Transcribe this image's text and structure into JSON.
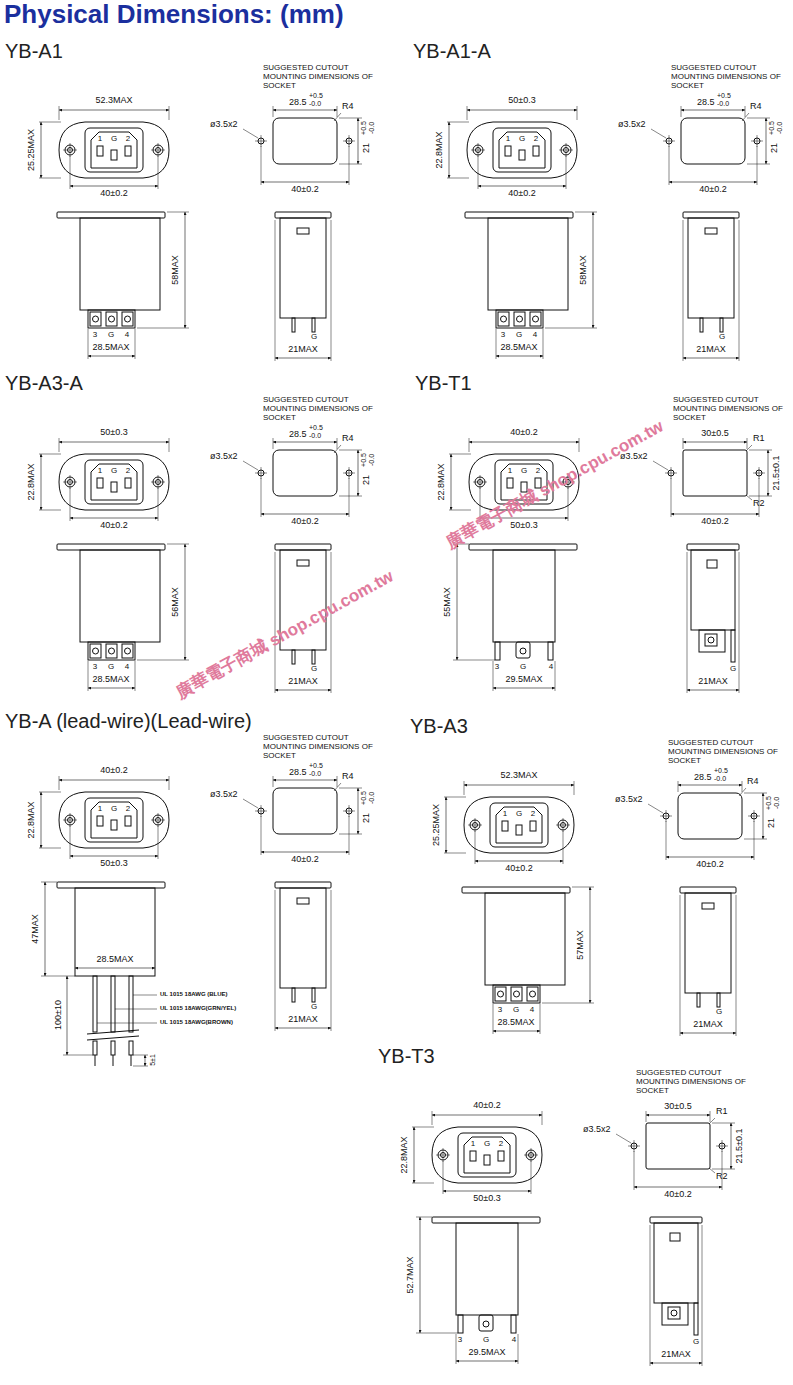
{
  "diagram": {
    "title": "Physical Dimensions: (mm)",
    "labels": [
      "YB-A1",
      "52.3MAX",
      "25.25MAX",
      "1",
      "G",
      "2",
      "40±0.2",
      "SUGGESTED CUTOUT MOUNTING DIMENSIONS OF SOCKET",
      "+0.5",
      "28.5",
      "-0.0",
      "R4",
      "ø3.5x2",
      "21",
      "+0.5",
      "-0.0",
      "40±0.2",
      "58MAX",
      "3",
      "G",
      "4",
      "28.5MAX",
      "G",
      "21MAX",
      "YB-A1-A",
      "50±0.3",
      "22.8MAX",
      "1",
      "G",
      "2",
      "40±0.2",
      "SUGGESTED CUTOUT MOUNTING DIMENSIONS OF SOCKET",
      "+0.5",
      "28.5",
      "-0.0",
      "R4",
      "ø3.5x2",
      "21",
      "+0.5",
      "-0.0",
      "40±0.2",
      "58MAX",
      "3",
      "G",
      "4",
      "28.5MAX",
      "G",
      "21MAX",
      "YB-A3-A",
      "50±0.3",
      "22.8MAX",
      "1",
      "G",
      "2",
      "40±0.2",
      "SUGGESTED CUTOUT MOUNTING DIMENSIONS OF SOCKET",
      "+0.5",
      "28.5",
      "-0.0",
      "R4",
      "ø3.5x2",
      "21",
      "+0.5",
      "-0.0",
      "40±0.2",
      "56MAX",
      "3",
      "G",
      "4",
      "28.5MAX",
      "G",
      "21MAX",
      "YB-T1",
      "40±0.2",
      "22.8MAX",
      "1",
      "G",
      "2",
      "50±0.3",
      "SUGGESTED CUTOUT MOUNTING DIMENSIONS OF SOCKET",
      "30±0.5",
      "R1",
      "ø3.5x2",
      "21.5±0.1",
      "R2",
      "40±0.2",
      "55MAX",
      "3",
      "G",
      "4",
      "29.5MAX",
      "G",
      "21MAX",
      "YB-A (lead-wire)(Lead-wire)",
      "40±0.2",
      "22.8MAX",
      "1",
      "G",
      "2",
      "50±0.3",
      "SUGGESTED CUTOUT MOUNTING DIMENSIONS OF SOCKET",
      "+0.5",
      "28.5",
      "-0.0",
      "R4",
      "ø3.5x2",
      "21",
      "+0.5",
      "-0.0",
      "40±0.2",
      "47MAX",
      "28.5MAX",
      "UL 1015 18AWG (BLUE)",
      "UL 1015 18AWG(GRN/YEL)",
      "UL 1015 18AWG(BROWN)",
      "100±10",
      "5±1",
      "G",
      "21MAX",
      "YB-A3",
      "52.3MAX",
      "25.25MAX",
      "1",
      "G",
      "2",
      "40±0.2",
      "SUGGESTED CUTOUT MOUNTING DIMENSIONS OF SOCKET",
      "+0.5",
      "28.5",
      "-0.0",
      "R4",
      "ø3.5x2",
      "21",
      "+0.5",
      "-0.0",
      "40±0.2",
      "57MAX",
      "3",
      "G",
      "4",
      "28.5MAX",
      "G",
      "21MAX",
      "YB-T3",
      "40±0.2",
      "22.8MAX",
      "1",
      "G",
      "2",
      "50±0.3",
      "SUGGESTED CUTOUT MOUNTING DIMENSIONS OF SOCKET",
      "30±0.5",
      "R1",
      "ø3.5x2",
      "21.5±0.1",
      "R2",
      "40±0.2",
      "52.7MAX",
      "3",
      "G",
      "4",
      "29.5MAX",
      "G",
      "21MAX",
      "廣華電子商城 shop.cpu.com.tw",
      "廣華電子商城 shop.cpu.com.tw"
    ]
  }
}
